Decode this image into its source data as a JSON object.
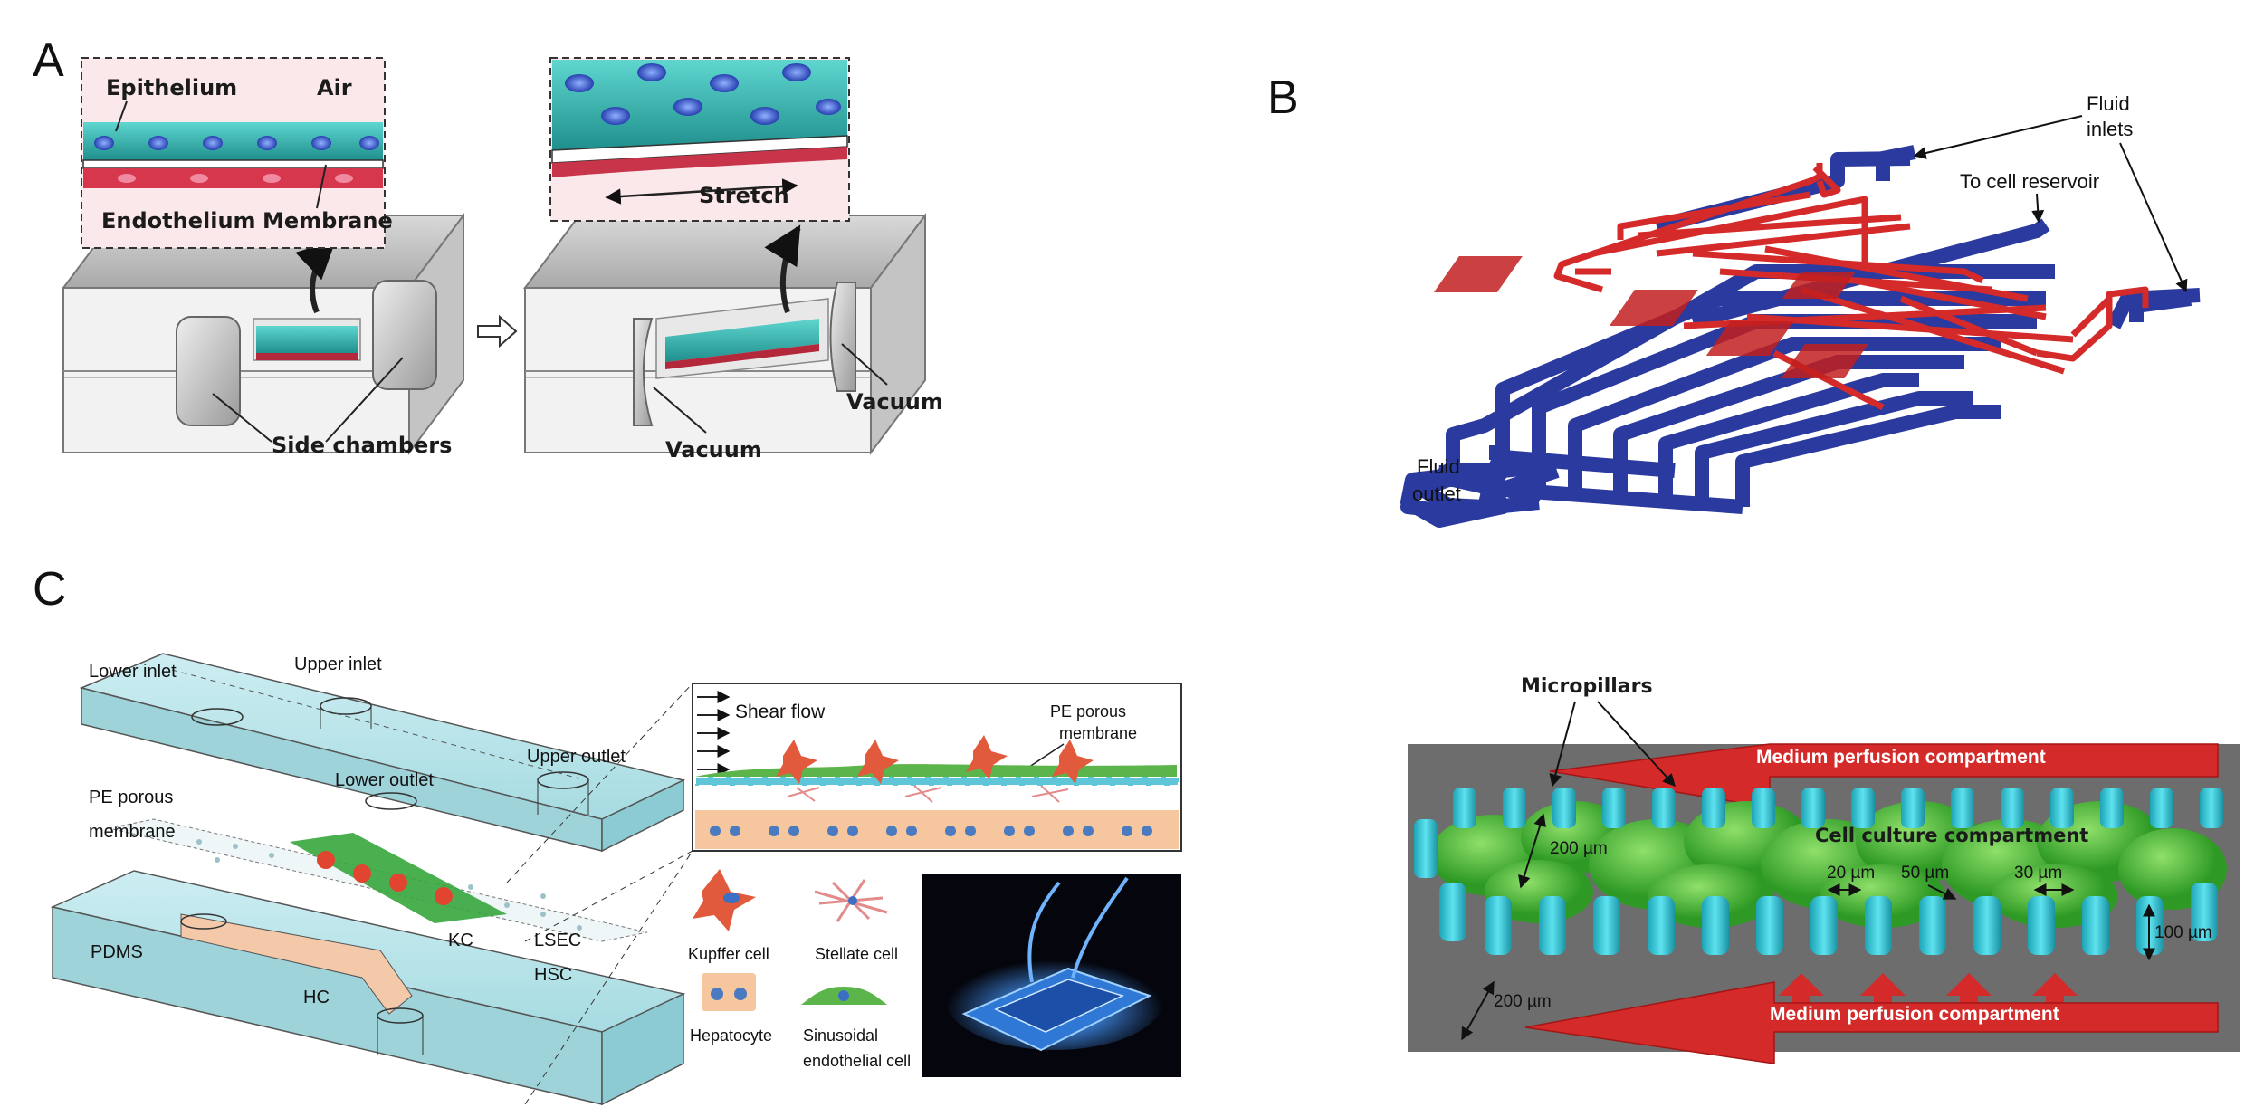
{
  "panels": {
    "a": {
      "letter": "A",
      "inset1": {
        "epithelium": "Epithelium",
        "air": "Air",
        "endothelium": "Endothelium",
        "membrane": "Membrane"
      },
      "inset2": {
        "stretch": "Stretch"
      },
      "side_chambers": "Side chambers",
      "vacuum_left": "Vacuum",
      "vacuum_right": "Vacuum"
    },
    "b": {
      "letter": "B",
      "fluid_inlets": [
        "Fluid",
        "inlets"
      ],
      "to_cell_reservoir": "To cell reservoir",
      "fluid_outlet": [
        "Fluid",
        "outlet"
      ]
    },
    "c": {
      "letter": "C",
      "lower_inlet": "Lower inlet",
      "upper_inlet": "Upper inlet",
      "upper_outlet": "Upper outlet",
      "lower_outlet": "Lower outlet",
      "pe_porous_membrane": [
        "PE porous",
        "membrane"
      ],
      "pdms": "PDMS",
      "kc": "KC",
      "lsec": "LSEC",
      "hsc": "HSC",
      "hc": "HC",
      "zoom": {
        "shear_flow": "Shear flow",
        "pe_porous_membrane": [
          "PE porous",
          "membrane"
        ]
      },
      "legend": {
        "kupffer": "Kupffer cell",
        "stellate": "Stellate cell",
        "hepatocyte": "Hepatocyte",
        "sinusoidal": [
          "Sinusoidal",
          "endothelial cell"
        ]
      }
    },
    "d": {
      "micropillars": "Micropillars",
      "medium_top": "Medium perfusion compartment",
      "medium_bottom": "Medium perfusion compartment",
      "cell_culture": "Cell culture compartment",
      "dims": {
        "d200a": "200 µm",
        "d20": "20 µm",
        "d50": "50 µm",
        "d30": "30 µm",
        "d100": "100 µm",
        "d200b": "200 µm"
      }
    }
  },
  "colors": {
    "epithelium": "#2bb3b3",
    "endothelium": "#c8354a",
    "red_channel": "#d42a2a",
    "blue_channel": "#2b3a9e",
    "chip_glass": "#bfe6ea",
    "pillar_cyan": "#2ec4d6",
    "cell_green": "#4cc23a",
    "gray_bg": "#6d6d6d"
  }
}
